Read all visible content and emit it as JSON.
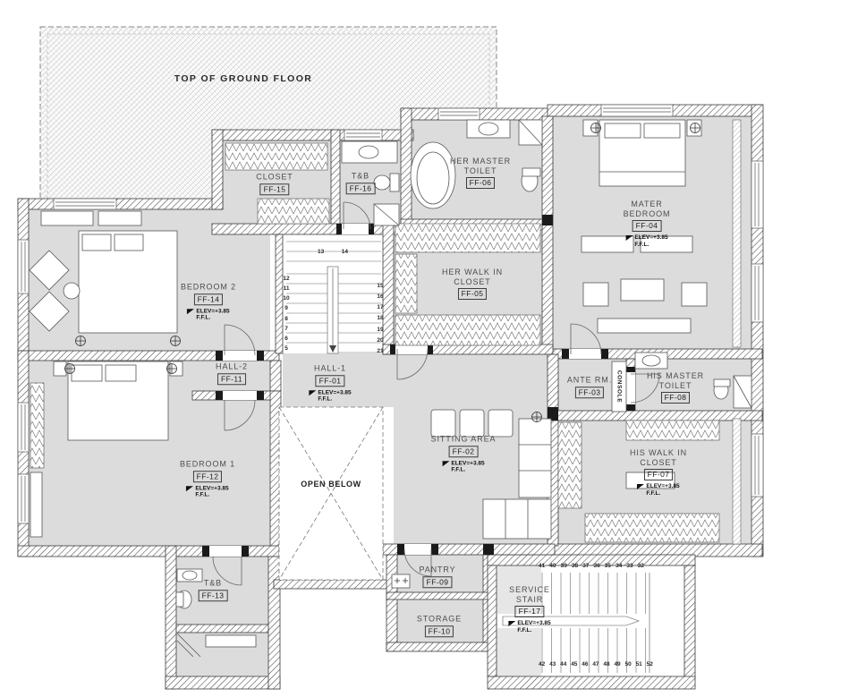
{
  "title": "TOP OF GROUND FLOOR",
  "open_below": "OPEN BELOW",
  "console": "CONSOLE",
  "elev": {
    "line1": "ELEV=+3.85",
    "line2": "F.F.L."
  },
  "rooms": [
    {
      "name": "CLOSET",
      "code": "FF-15"
    },
    {
      "name": "T&B",
      "code": "FF-16"
    },
    {
      "name": "HER MASTER\nTOILET",
      "code": "FF-06"
    },
    {
      "name": "MATER\nBEDROOM",
      "code": "FF-04",
      "elev": true
    },
    {
      "name": "BEDROOM 2",
      "code": "FF-14",
      "elev": true
    },
    {
      "name": "HER WALK IN\nCLOSET",
      "code": "FF-05"
    },
    {
      "name": "HALL-2",
      "code": "FF-11"
    },
    {
      "name": "HALL-1",
      "code": "FF-01",
      "elev": true
    },
    {
      "name": "ANTE RM.",
      "code": "FF-03"
    },
    {
      "name": "HIS MASTER\nTOILET",
      "code": "FF-08"
    },
    {
      "name": "BEDROOM 1",
      "code": "FF-12",
      "elev": true
    },
    {
      "name": "SITTING AREA",
      "code": "FF-02",
      "elev": true
    },
    {
      "name": "HIS WALK IN\nCLOSET",
      "code": "FF-07",
      "elev": true
    },
    {
      "name": "T&B",
      "code": "FF-13"
    },
    {
      "name": "PANTRY",
      "code": "FF-09"
    },
    {
      "name": "STORAGE",
      "code": "FF-10"
    },
    {
      "name": "SERVICE\nSTAIR",
      "code": "FF-17",
      "elev": true
    }
  ],
  "stairs": {
    "main_top": [
      "13",
      "14"
    ],
    "main_left": [
      "12",
      "11",
      "10",
      "9",
      "8",
      "7",
      "6",
      "5"
    ],
    "main_right": [
      "15",
      "16",
      "17",
      "18",
      "19",
      "20",
      "21"
    ],
    "service_top": [
      "41",
      "40",
      "39",
      "38",
      "37",
      "36",
      "35",
      "34",
      "33",
      "32"
    ],
    "service_bottom": [
      "42",
      "43",
      "44",
      "45",
      "46",
      "47",
      "48",
      "49",
      "50",
      "51",
      "52"
    ]
  },
  "colors": {
    "floor": "#dcdcdc",
    "wall_line": "#3d3d3d",
    "ink": "#1c1c1c"
  }
}
